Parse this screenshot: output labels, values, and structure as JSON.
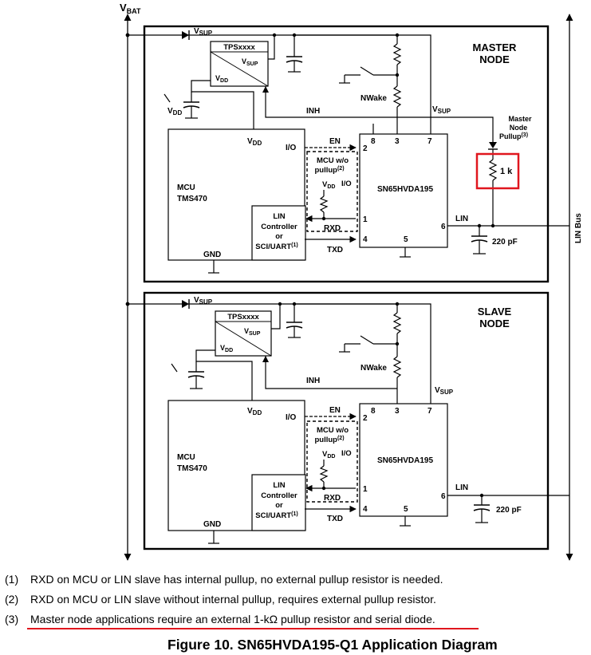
{
  "diagram": {
    "vbat": "V",
    "vbat_sub": "BAT",
    "lin_bus": "LIN Bus",
    "master": {
      "title_line1": "MASTER",
      "title_line2": "NODE",
      "vsup_main": "V",
      "vsup_main_sub": "SUP",
      "tps": "TPSxxxx",
      "tps_vsup": "V",
      "tps_vsup_sub": "SUP",
      "tps_vdd": "V",
      "tps_vdd_sub": "DD",
      "vdd_left": "V",
      "vdd_left_sub": "DD",
      "inh": "INH",
      "vsup_right": "V",
      "vsup_right_sub": "SUP",
      "nwake": "NWake",
      "pullup_label_1": "Master",
      "pullup_label_2": "Node",
      "pullup_label_3": "Pullup",
      "pullup_label_ref": "(3)",
      "resistor": "1 k",
      "mcu": "MCU",
      "mcu_model": "TMS470",
      "mcu_vdd": "V",
      "mcu_vdd_sub": "DD",
      "mcu_io": "I/O",
      "mcu_gnd": "GND",
      "en": "EN",
      "box_mcu_wo_1": "MCU w/o",
      "box_mcu_wo_2": "pullup",
      "box_mcu_wo_ref": "(2)",
      "box_vdd": "V",
      "box_vdd_sub": "DD",
      "box_io": "I/O",
      "rxd": "RXD",
      "txd": "TXD",
      "lin_ctrl_1": "LIN",
      "lin_ctrl_2": "Controller",
      "lin_ctrl_3": "or",
      "lin_ctrl_4": "SCI/UART",
      "lin_ctrl_ref": "(1)",
      "chip": "SN65HVDA195",
      "pin8": "8",
      "pin3": "3",
      "pin7": "7",
      "pin2": "2",
      "pin1": "1",
      "pin4": "4",
      "pin5": "5",
      "pin6": "6",
      "lin": "LIN",
      "cap": "220 pF"
    },
    "slave": {
      "title_line1": "SLAVE",
      "title_line2": "NODE",
      "vsup_main": "V",
      "vsup_main_sub": "SUP",
      "tps": "TPSxxxx",
      "tps_vsup": "V",
      "tps_vsup_sub": "SUP",
      "tps_vdd": "V",
      "tps_vdd_sub": "DD",
      "inh": "INH",
      "vsup_right": "V",
      "vsup_right_sub": "SUP",
      "nwake": "NWake",
      "mcu": "MCU",
      "mcu_model": "TMS470",
      "mcu_vdd": "V",
      "mcu_vdd_sub": "DD",
      "mcu_io": "I/O",
      "mcu_gnd": "GND",
      "en": "EN",
      "box_mcu_wo_1": "MCU w/o",
      "box_mcu_wo_2": "pullup",
      "box_mcu_wo_ref": "(2)",
      "box_vdd": "V",
      "box_vdd_sub": "DD",
      "box_io": "I/O",
      "rxd": "RXD",
      "txd": "TXD",
      "lin_ctrl_1": "LIN",
      "lin_ctrl_2": "Controller",
      "lin_ctrl_3": "or",
      "lin_ctrl_4": "SCI/UART",
      "lin_ctrl_ref": "(1)",
      "chip": "SN65HVDA195",
      "pin8": "8",
      "pin3": "3",
      "pin7": "7",
      "pin2": "2",
      "pin1": "1",
      "pin4": "4",
      "pin5": "5",
      "pin6": "6",
      "lin": "LIN",
      "cap": "220 pF"
    }
  },
  "notes": [
    {
      "num": "(1)",
      "text": "RXD on MCU or LIN slave has internal pullup, no external pullup resistor is needed."
    },
    {
      "num": "(2)",
      "text": "RXD on MCU or LIN slave without internal pullup, requires external pullup resistor."
    },
    {
      "num": "(3)",
      "text": "Master node applications require an external 1-kΩ pullup resistor and serial diode."
    }
  ],
  "caption": "Figure 10.  SN65HVDA195-Q1 Application Diagram",
  "highlight_color": "#e0161e"
}
